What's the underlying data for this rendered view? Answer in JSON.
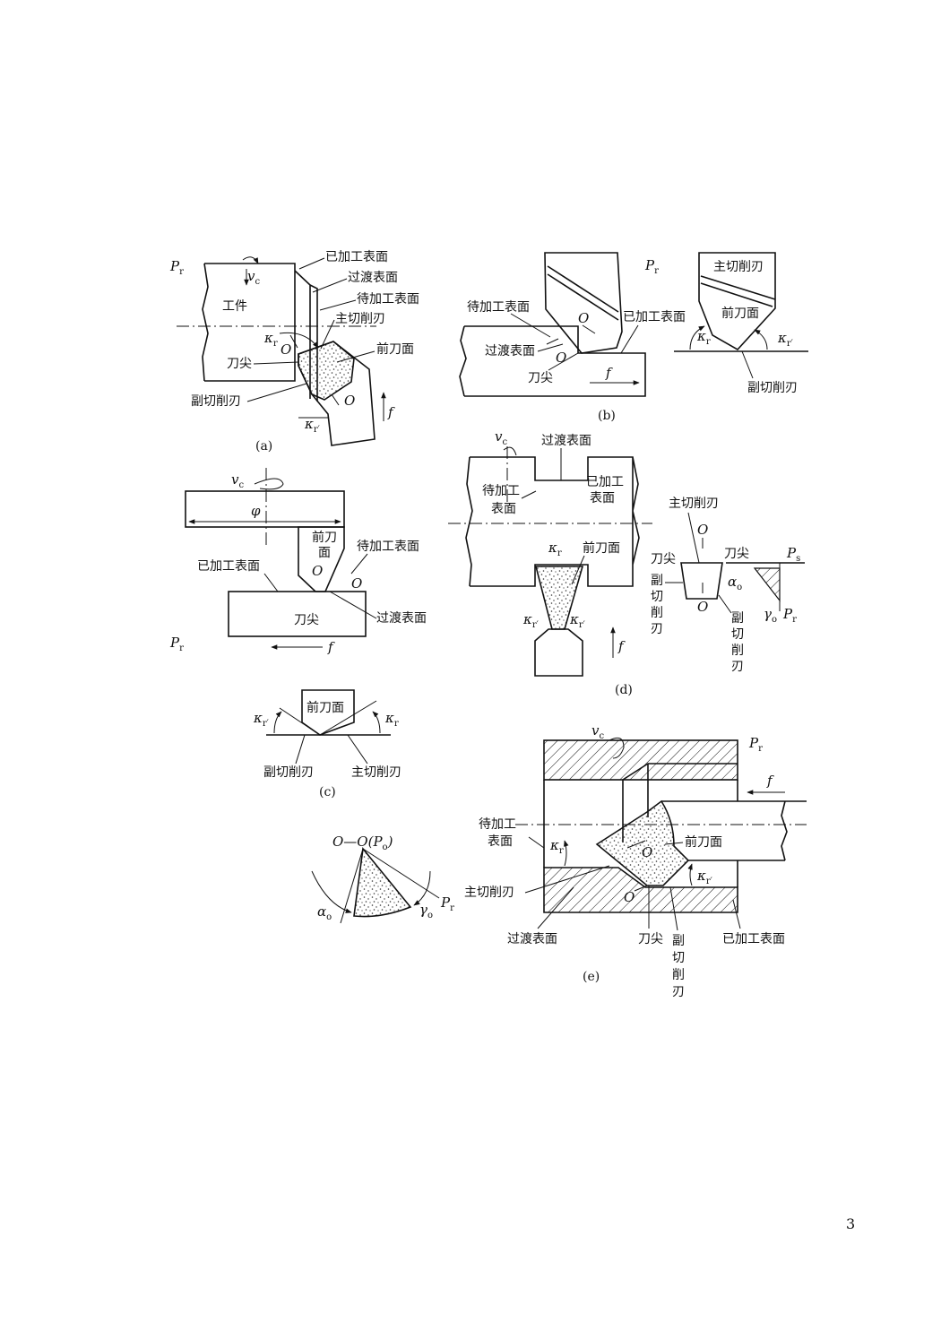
{
  "page_number": "3",
  "captions": {
    "a": "(a)",
    "b": "(b)",
    "c": "(c)",
    "d": "(d)",
    "e": "(e)"
  },
  "symbols": {
    "Pr": "P",
    "r": "r",
    "vc": "v",
    "c": "c",
    "Ps": "P",
    "s": "s",
    "f": "f",
    "O": "O",
    "phi": "φ",
    "kappa": "κ",
    "kr": "r",
    "krp": "r′",
    "alpha": "α",
    "gamma": "γ",
    "o": "o",
    "OO": "O—O(P",
    "OO_end": ")"
  },
  "labels": {
    "yijiagong_biaomian": "已加工表面",
    "guodu_biaomian": "过渡表面",
    "daijiagong_biaomian": "待加工表面",
    "zhuqiexuren": "主切削刃",
    "qiandaomian": "前刀面",
    "daojian": "刀尖",
    "fuqiexuren": "副切削刃",
    "gongjian": "工件",
    "qiandao": "前刀",
    "mian": "面",
    "daijiagong": "待加工",
    "biaomian": "表面",
    "fu": "副",
    "qie": "切",
    "xue": "削",
    "ren": "刃"
  },
  "colors": {
    "ink": "#111111",
    "paper": "#ffffff",
    "stipple": "#333333"
  }
}
